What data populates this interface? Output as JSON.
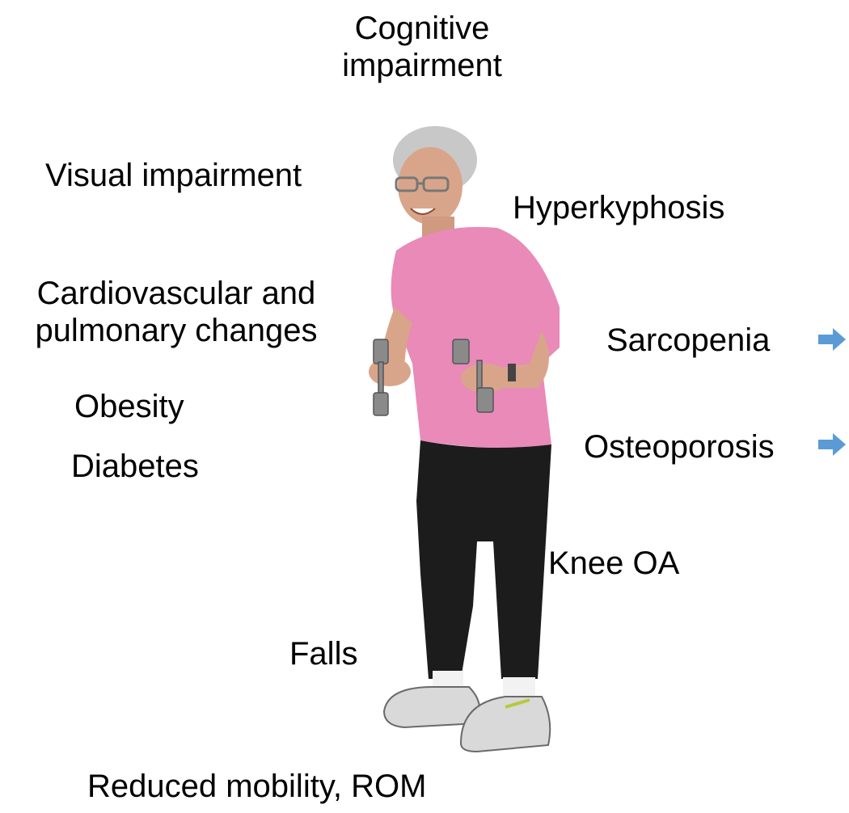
{
  "labels": {
    "cognitive": "Cognitive\nimpairment",
    "visual": "Visual impairment",
    "hyperkyphosis": "Hyperkyphosis",
    "cardio": "Cardiovascular and\npulmonary changes",
    "obesity": "Obesity",
    "diabetes": "Diabetes",
    "sarcopenia": "Sarcopenia",
    "osteoporosis": "Osteoporosis",
    "knee": "Knee OA",
    "falls": "Falls",
    "mobility": "Reduced mobility, ROM"
  },
  "colors": {
    "arrow": "#5b9bd5",
    "shirt": "#e98ab8",
    "pants": "#1c1c1c",
    "skin": "#d9a58a",
    "hair": "#c8c8c8"
  },
  "icons": {
    "sarcopenia_arrow": "right-arrow-icon",
    "osteoporosis_arrow": "right-arrow-icon"
  }
}
